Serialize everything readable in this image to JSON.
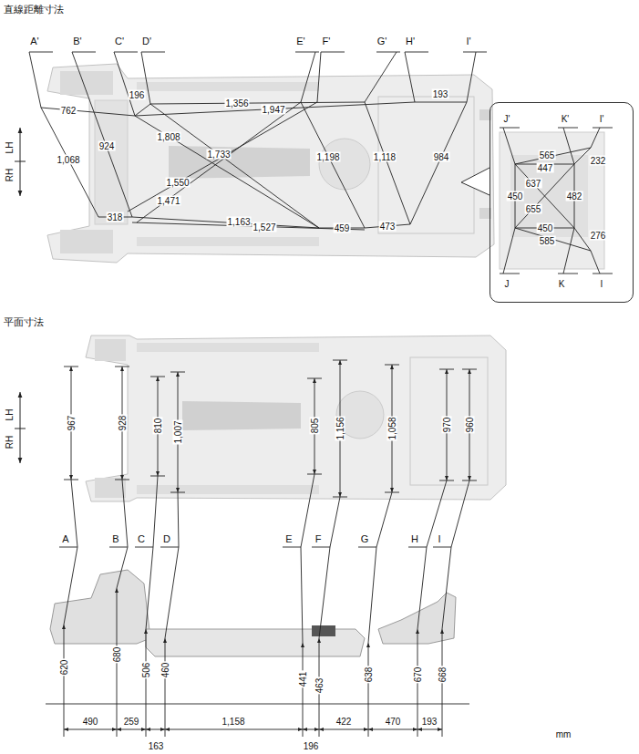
{
  "diagram": {
    "nodes": [
      {
        "text": [
          "J'",
          "K'",
          "I'",
          "565",
          "232",
          "447",
          "637",
          "450",
          "482",
          "655",
          "450",
          "585",
          "276",
          "J",
          "K",
          "I"
        ]
      }
    ],
    "labels": [
      "直線距離寸法",
      "A'",
      "B'",
      "C'",
      "D'",
      "E'",
      "F'",
      "G'",
      "H'",
      "I'",
      "LH",
      "RH",
      "762",
      "196",
      "1,356",
      "1,947",
      "193",
      "924",
      "1,808",
      "1,733",
      "1,068",
      "1,198",
      "1,118",
      "984",
      "1,550",
      "1,471",
      "318",
      "1,163",
      "1,527",
      "459",
      "473",
      "平面寸法",
      "LH",
      "RH",
      "967",
      "928",
      "810",
      "1,007",
      "805",
      "1,156",
      "1,058",
      "970",
      "960",
      "A",
      "B",
      "C",
      "D",
      "E",
      "F",
      "G",
      "H",
      "I",
      "620",
      "680",
      "506",
      "460",
      "441",
      "463",
      "638",
      "670",
      "668",
      "490",
      "259",
      "163",
      "1,158",
      "196",
      "422",
      "470",
      "193",
      "mm"
    ]
  }
}
